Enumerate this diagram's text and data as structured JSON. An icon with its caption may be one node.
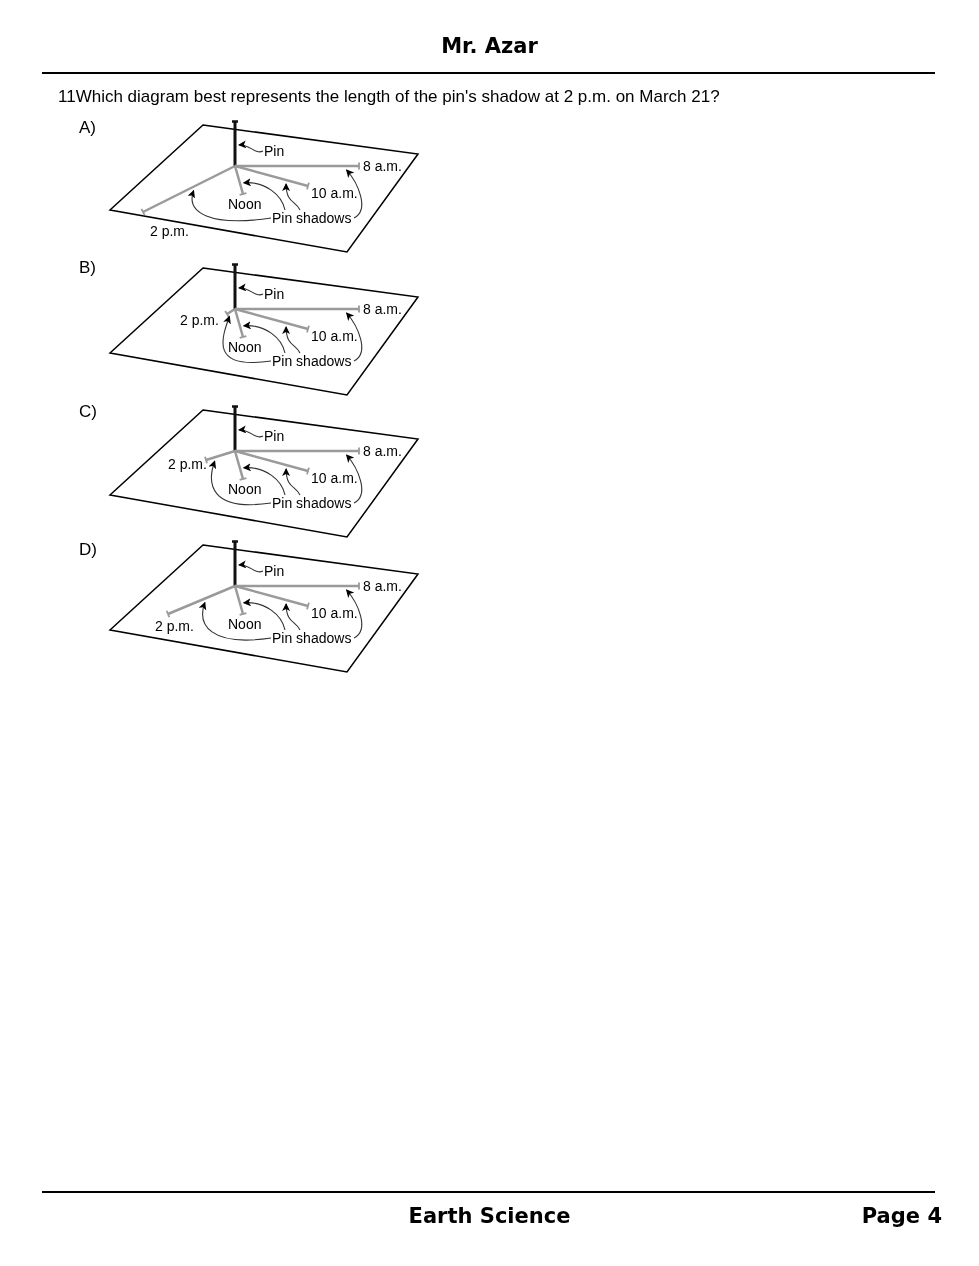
{
  "diagram": {
    "nodes": [
      {
        "text": [],
        "shape": "bar"
      },
      {
        "text": [
          "Pin"
        ]
      },
      {
        "text": [],
        "shape": "bar",
        "beside": [
          "2 p.m."
        ]
      },
      {
        "text": [],
        "shape": "bar",
        "beside": [
          "Noon"
        ]
      },
      {
        "text": [],
        "shape": "bar",
        "beside": [
          "10 a.m."
        ]
      },
      {
        "text": [],
        "shape": "bar",
        "beside": [
          "8 a.m."
        ]
      },
      {
        "text": [
          "Pin shadows"
        ]
      },
      {
        "text": [],
        "shape": "bar"
      },
      {
        "text": [
          "Pin"
        ]
      },
      {
        "text": [],
        "shape": "bar",
        "beside": [
          "2 p.m."
        ]
      },
      {
        "text": [],
        "shape": "bar",
        "beside": [
          "Noon"
        ]
      },
      {
        "text": [],
        "shape": "bar",
        "beside": [
          "10 a.m."
        ]
      },
      {
        "text": [],
        "shape": "bar",
        "beside": [
          "8 a.m."
        ]
      },
      {
        "text": [
          "Pin shadows"
        ]
      },
      {
        "text": [],
        "shape": "bar"
      },
      {
        "text": [
          "Pin"
        ]
      },
      {
        "text": [],
        "shape": "bar",
        "beside": [
          "2 p.m."
        ]
      },
      {
        "text": [],
        "shape": "bar",
        "beside": [
          "Noon"
        ]
      },
      {
        "text": [],
        "shape": "bar",
        "beside": [
          "10 a.m."
        ]
      },
      {
        "text": [],
        "shape": "bar",
        "beside": [
          "8 a.m."
        ]
      },
      {
        "text": [
          "Pin shadows"
        ]
      },
      {
        "text": [],
        "shape": "bar"
      },
      {
        "text": [
          "Pin"
        ]
      },
      {
        "text": [],
        "shape": "bar",
        "beside": [
          "2 p.m."
        ]
      },
      {
        "text": [],
        "shape": "bar",
        "beside": [
          "Noon"
        ]
      },
      {
        "text": [],
        "shape": "bar",
        "beside": [
          "10 a.m."
        ]
      },
      {
        "text": [],
        "shape": "bar",
        "beside": [
          "8 a.m."
        ]
      },
      {
        "text": [
          "Pin shadows"
        ]
      }
    ],
    "edges": [
      {
        "from": 1,
        "to": 0,
        "arrow": "to"
      },
      {
        "from": 6,
        "to": 2,
        "arrow": "to"
      },
      {
        "from": 6,
        "to": 3,
        "arrow": "to"
      },
      {
        "from": 6,
        "to": 4,
        "arrow": "to"
      },
      {
        "from": 6,
        "to": 5,
        "arrow": "to"
      },
      {
        "from": 8,
        "to": 7,
        "arrow": "to"
      },
      {
        "from": 13,
        "to": 9,
        "arrow": "to"
      },
      {
        "from": 13,
        "to": 10,
        "arrow": "to"
      },
      {
        "from": 13,
        "to": 11,
        "arrow": "to"
      },
      {
        "from": 13,
        "to": 12,
        "arrow": "to"
      },
      {
        "from": 15,
        "to": 14,
        "arrow": "to"
      },
      {
        "from": 20,
        "to": 16,
        "arrow": "to"
      },
      {
        "from": 20,
        "to": 17,
        "arrow": "to"
      },
      {
        "from": 20,
        "to": 18,
        "arrow": "to"
      },
      {
        "from": 20,
        "to": 19,
        "arrow": "to"
      },
      {
        "from": 22,
        "to": 21,
        "arrow": "to"
      },
      {
        "from": 27,
        "to": 23,
        "arrow": "to"
      },
      {
        "from": 27,
        "to": 24,
        "arrow": "to"
      },
      {
        "from": 27,
        "to": 25,
        "arrow": "to"
      },
      {
        "from": 27,
        "to": 26,
        "arrow": "to"
      }
    ],
    "labels": [
      "Mr. Azar",
      "11Which diagram best represents the length of the pin's shadow at 2 p.m. on March 21?",
      "A)",
      "B)",
      "C)",
      "D)",
      "Earth Science",
      "Page 4"
    ]
  }
}
